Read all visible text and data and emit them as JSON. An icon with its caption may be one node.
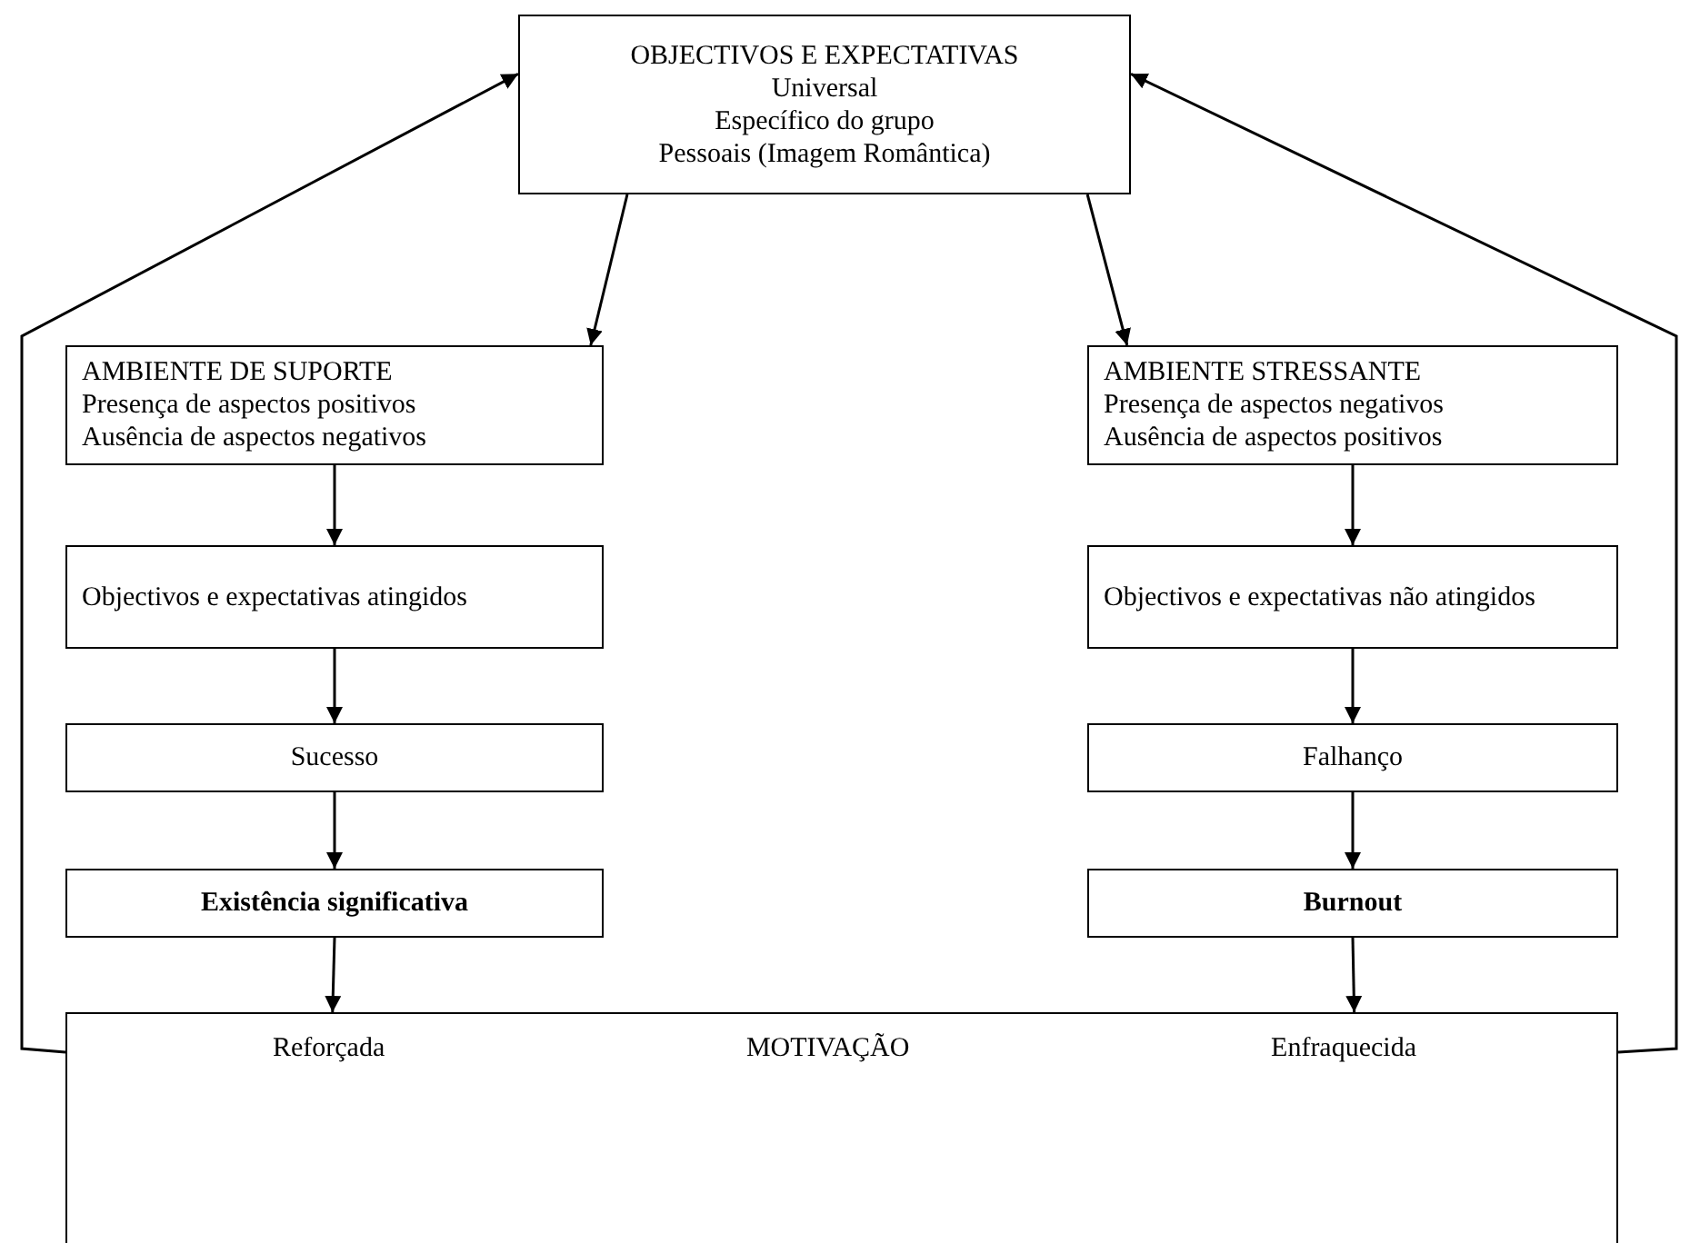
{
  "diagram": {
    "nodes": [
      {
        "text": [
          "OBJECTIVOS E EXPECTATIVAS",
          "Universal",
          "Específico do grupo",
          "Pessoais (Imagem Romântica)"
        ]
      },
      {
        "text": [
          "AMBIENTE DE SUPORTE",
          "Presença de aspectos positivos",
          "Ausência de aspectos negativos"
        ]
      },
      {
        "text": [
          "AMBIENTE STRESSANTE",
          "Presença de aspectos negativos",
          "Ausência de aspectos positivos"
        ]
      },
      {
        "text": [
          "Objectivos e expectativas atingidos"
        ]
      },
      {
        "text": [
          "Objectivos e expectativas não atingidos"
        ]
      },
      {
        "text": [
          "Sucesso"
        ]
      },
      {
        "text": [
          "Falhanço"
        ]
      },
      {
        "text": [
          "Existência significativa"
        ]
      },
      {
        "text": [
          "Burnout"
        ]
      },
      {
        "text": [
          "Reforçada",
          "MOTIVAÇÃO",
          "Enfraquecida"
        ]
      }
    ],
    "edges": [
      {
        "from": 0,
        "to": 1,
        "arrow": "to"
      },
      {
        "from": 0,
        "to": 2,
        "arrow": "to"
      },
      {
        "from": 1,
        "to": 3,
        "arrow": "to"
      },
      {
        "from": 2,
        "to": 4,
        "arrow": "to"
      },
      {
        "from": 3,
        "to": 5,
        "arrow": "to"
      },
      {
        "from": 4,
        "to": 6,
        "arrow": "to"
      },
      {
        "from": 5,
        "to": 7,
        "arrow": "to"
      },
      {
        "from": 6,
        "to": 8,
        "arrow": "to"
      },
      {
        "from": 7,
        "to": 9,
        "arrow": "to"
      },
      {
        "from": 8,
        "to": 9,
        "arrow": "to"
      },
      {
        "from": 9,
        "to": 0,
        "arrow": "to"
      },
      {
        "from": 9,
        "to": 0,
        "arrow": "to"
      }
    ]
  }
}
